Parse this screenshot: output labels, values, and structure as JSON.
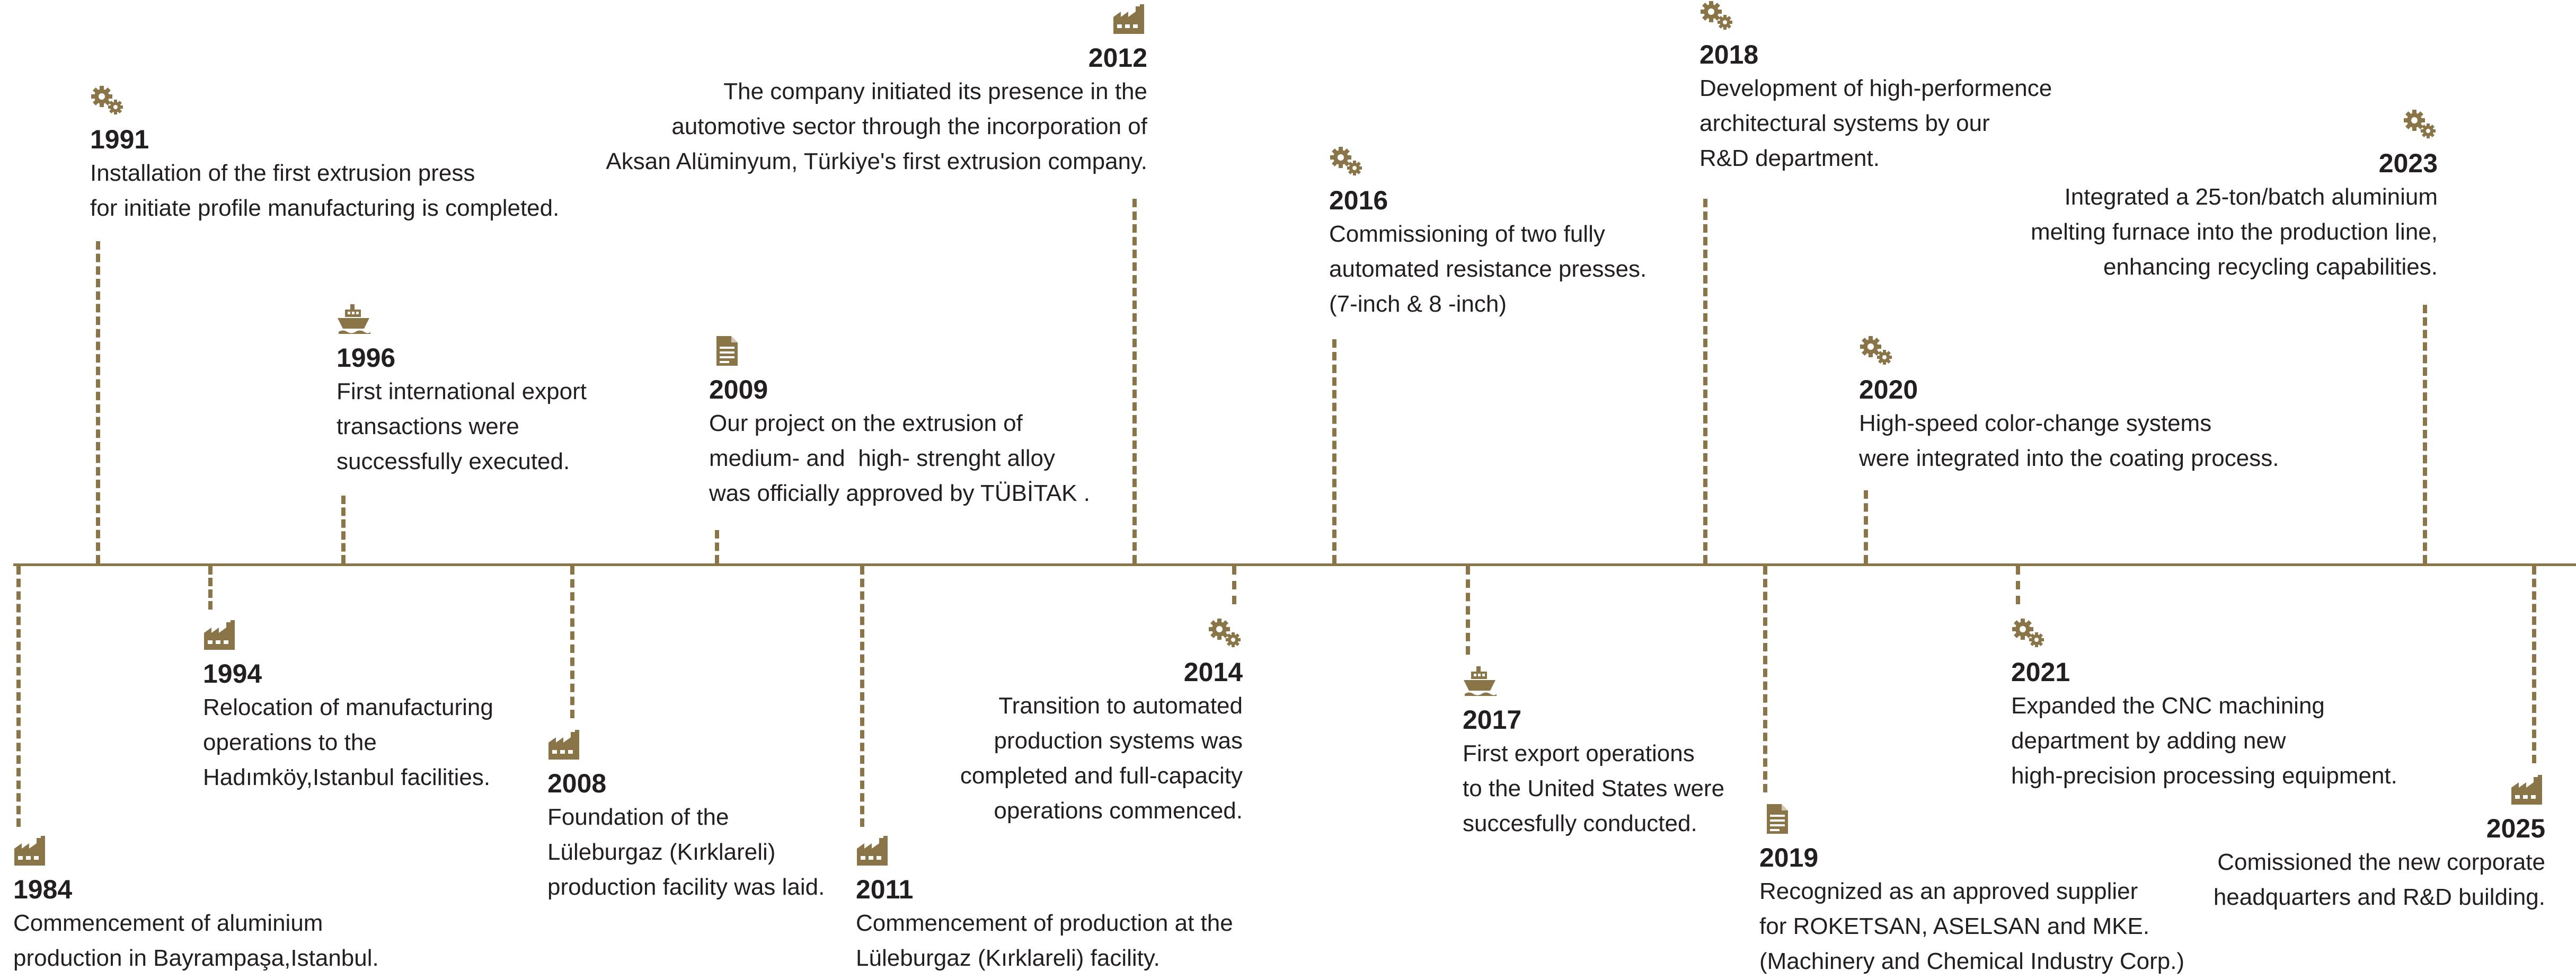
{
  "accent_color": "#8a7548",
  "events": [
    {
      "year": "1984",
      "icon": "factory-icon",
      "description": "Commencement of aluminium\nproduction in Bayrampaşa,Istanbul."
    },
    {
      "year": "1991",
      "icon": "gears-icon",
      "description": "Installation of the first extrusion press\nfor initiate profile manufacturing is completed."
    },
    {
      "year": "1994",
      "icon": "factory-icon",
      "description": "Relocation of manufacturing\noperations to the\nHadımköy,Istanbul facilities."
    },
    {
      "year": "1996",
      "icon": "ship-icon",
      "description": "First international export\ntransactions were\nsuccessfully executed."
    },
    {
      "year": "2008",
      "icon": "factory-icon",
      "description": "Foundation of the\nLüleburgaz (Kırklareli)\nproduction facility was laid."
    },
    {
      "year": "2009",
      "icon": "document-icon",
      "description": "Our project on the extrusion of\nmedium- and  high- strenght alloy\nwas officially approved by TÜBİTAK ."
    },
    {
      "year": "2011",
      "icon": "factory-icon",
      "description": "Commencement of production at the\nLüleburgaz (Kırklareli) facility."
    },
    {
      "year": "2012",
      "icon": "factory-icon",
      "description": "The company initiated its presence in the\nautomotive sector through the incorporation of\nAksan Alüminyum, Türkiye's first extrusion company."
    },
    {
      "year": "2014",
      "icon": "gears-icon",
      "description": "Transition to automated\nproduction systems was\ncompleted and full-capacity\noperations commenced."
    },
    {
      "year": "2016",
      "icon": "gears-icon",
      "description": "Commissioning of two fully\nautomated resistance presses.\n(7-inch & 8 -inch)"
    },
    {
      "year": "2017",
      "icon": "ship-icon",
      "description": "First export operations\nto the United States were\nsuccesfully conducted."
    },
    {
      "year": "2018",
      "icon": "gears-icon",
      "description": "Development of high-performence\narchitectural systems by our\nR&D department."
    },
    {
      "year": "2019",
      "icon": "document-icon",
      "description": "Recognized as an approved supplier\nfor ROKETSAN, ASELSAN and MKE.\n(Machinery and Chemical Industry Corp.)"
    },
    {
      "year": "2020",
      "icon": "gears-icon",
      "description": "High-speed color-change systems\nwere integrated into the coating process."
    },
    {
      "year": "2021",
      "icon": "gears-icon",
      "description": "Expanded the CNC machining\ndepartment by adding new\nhigh-precision processing equipment."
    },
    {
      "year": "2023",
      "icon": "gears-icon",
      "description": "Integrated a 25-ton/batch aluminium\nmelting furnace into the production line,\nenhancing recycling capabilities."
    },
    {
      "year": "2025",
      "icon": "factory-icon",
      "description": "Comissioned the new corporate\nheadquarters and R&D building."
    }
  ]
}
